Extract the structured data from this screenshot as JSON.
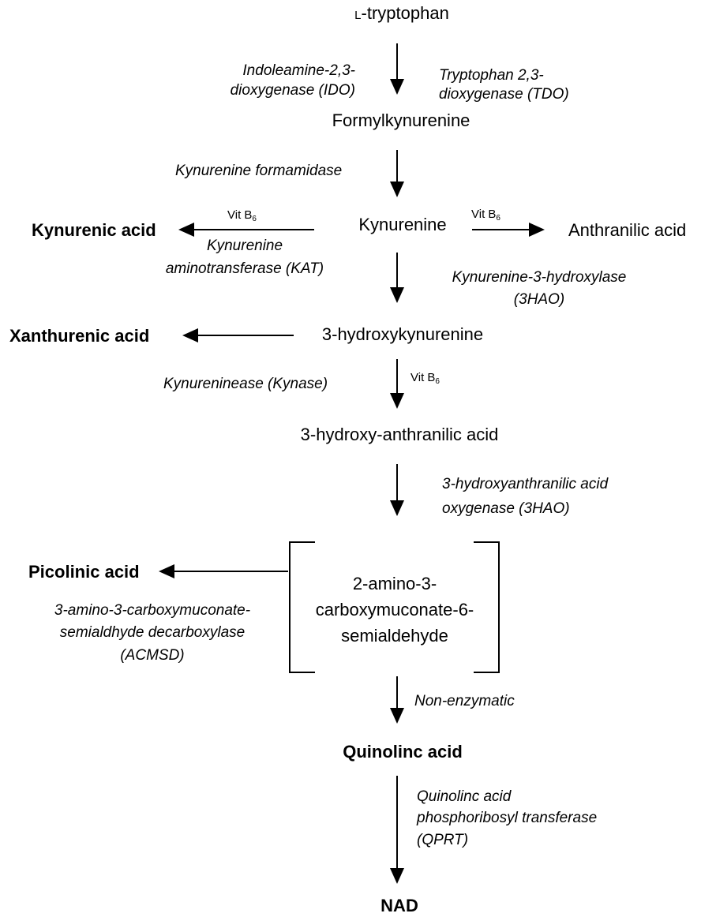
{
  "compounds": {
    "tryptophan_prefix": "l",
    "tryptophan_suffix": "-tryptophan",
    "formylkynurenine": "Formylkynurenine",
    "kynurenine": "Kynurenine",
    "kynurenic_acid": "Kynurenic acid",
    "anthranilic_acid": "Anthranilic acid",
    "hydroxykynurenine": "3-hydroxykynurenine",
    "xanthurenic_acid": "Xanthurenic acid",
    "hydroxyanthranilic_acid": "3-hydroxy-anthranilic acid",
    "acms_line1": "2-amino-3-",
    "acms_line2": "carboxymuconate-6-",
    "acms_line3": "semialdehyde",
    "picolinic_acid": "Picolinic acid",
    "quinolinic_acid": "Quinolinc acid",
    "nad": "NAD"
  },
  "enzymes": {
    "ido_line1": "Indoleamine-2,3-",
    "ido_line2": "dioxygenase (IDO)",
    "tdo_line1": "Tryptophan 2,3-",
    "tdo_line2": "dioxygenase (TDO)",
    "formamidase": "Kynurenine formamidase",
    "kat_line1": "Kynurenine",
    "kat_line2": "aminotransferase (KAT)",
    "k3h_line1": "Kynurenine-3-hydroxylase",
    "k3h_line2": "(3HAO)",
    "kynase": "Kynureninease (Kynase)",
    "haao_line1": "3-hydroxyanthranilic acid",
    "haao_line2": "oxygenase (3HAO)",
    "acmsd_line1": "3-amino-3-carboxymuconate-",
    "acmsd_line2": "semialdhyde decarboxylase",
    "acmsd_line3": "(ACMSD)",
    "non_enzymatic": "Non-enzymatic",
    "qprt_line1": "Quinolinc acid",
    "qprt_line2": "phosphoribosyl transferase",
    "qprt_line3": "(QPRT)"
  },
  "cofactors": {
    "vit_prefix": "Vit B",
    "vit_sub": "6"
  }
}
